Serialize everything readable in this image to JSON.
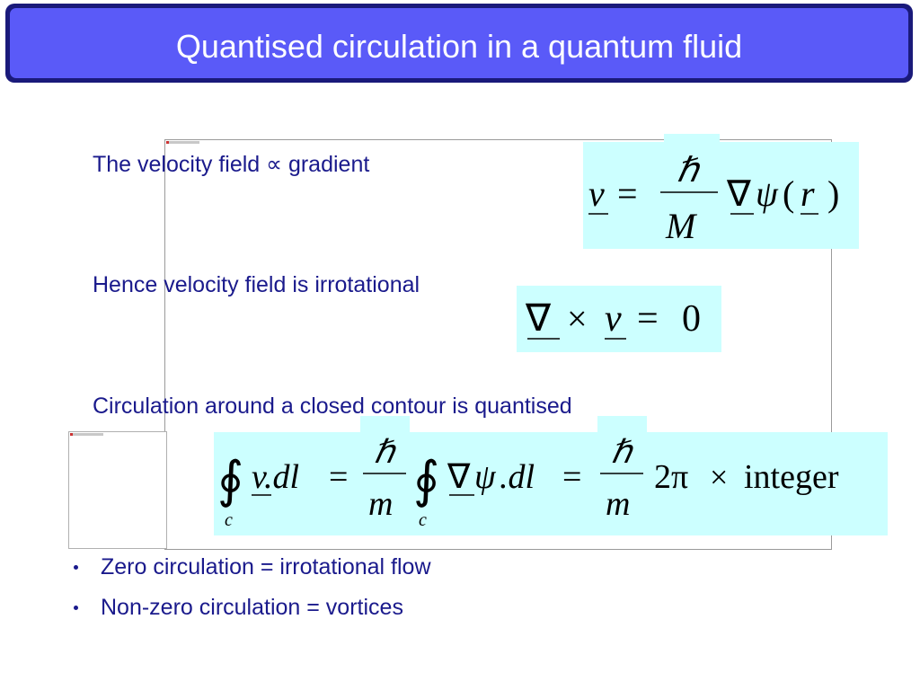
{
  "slide": {
    "title": "Quantised circulation in a quantum fluid"
  },
  "statements": [
    "The velocity field ∝ gradient",
    "Hence velocity field is irrotational",
    "Circulation around a closed contour is quantised"
  ],
  "equations": {
    "velocity": {
      "lhs": "v",
      "equals": "=",
      "numerator": "ℏ",
      "denominator": "M",
      "nabla": "∇",
      "psi": "ψ",
      "open_paren": "(",
      "arg": "r",
      "close_paren": ")"
    },
    "irrotational": {
      "nabla": "∇",
      "times": "×",
      "v": "v",
      "equals": "=",
      "zero": "0"
    },
    "circulation": {
      "integral": "∮",
      "contour": "c",
      "term1": "v.dl",
      "equals": "=",
      "numerator": "ℏ",
      "denominator": "m",
      "nabla": "∇",
      "psi": "ψ",
      "term2": ".dl",
      "two_pi": "2π",
      "times": "×",
      "integer": "integer"
    }
  },
  "bullets": [
    "Zero circulation = irrotational flow",
    "Non-zero circulation =  vortices"
  ],
  "colors": {
    "title_bar_outer": "#1a1a7a",
    "title_bar_inner": "#5a5af8",
    "body_text": "#1a1a8c",
    "equation_background": "#ccffff"
  }
}
